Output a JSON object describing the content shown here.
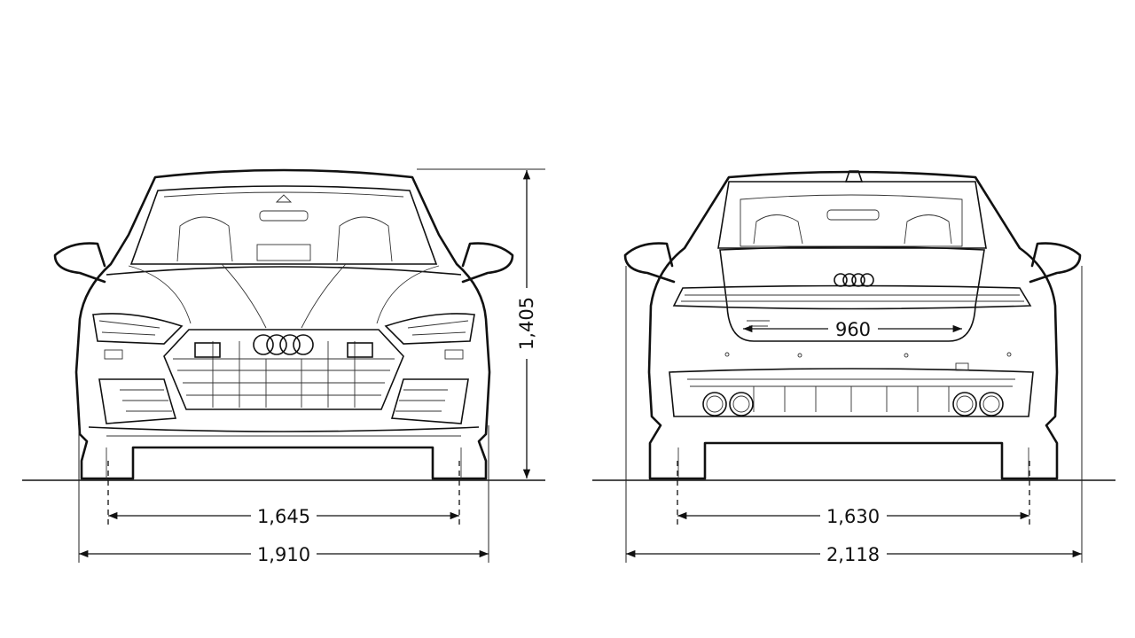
{
  "views": {
    "front": {
      "track_width": "1,645",
      "overall_width": "1,910",
      "height": "1,405"
    },
    "rear": {
      "track_width": "1,630",
      "width_with_mirrors": "2,118",
      "loading_width": "960"
    }
  },
  "brand_icon": "four-rings-logo",
  "colors": {
    "line": "#111111",
    "background": "#ffffff"
  }
}
